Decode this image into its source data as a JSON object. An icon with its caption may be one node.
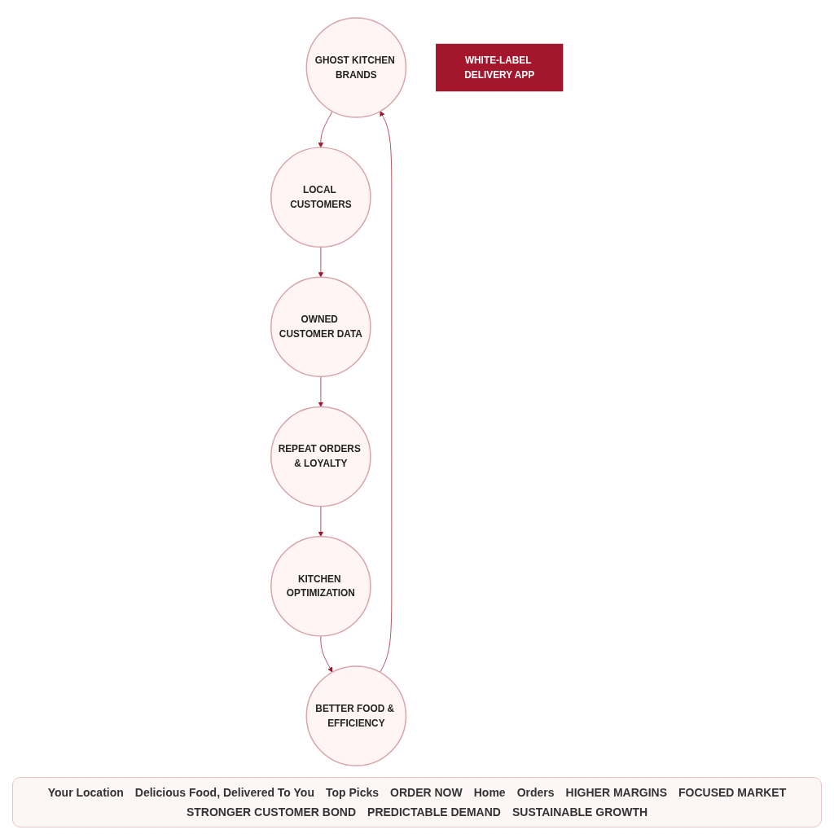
{
  "diagram": {
    "nodes": [
      {
        "text": [
          "GHOST KITCHEN BRANDS"
        ]
      },
      {
        "text": [
          "LOCAL CUSTOMERS"
        ]
      },
      {
        "text": [
          "OWNED CUSTOMER DATA"
        ]
      },
      {
        "text": [
          "REPEAT ORDERS & LOYALTY"
        ]
      },
      {
        "text": [
          "KITCHEN OPTIMIZATION"
        ]
      },
      {
        "text": [
          "BETTER FOOD & EFFICIENCY"
        ]
      },
      {
        "text": [
          "WHITE-LABEL DELIVERY APP"
        ]
      }
    ],
    "edges": [
      {
        "from": 0,
        "to": 1,
        "arrow": "to"
      },
      {
        "from": 1,
        "to": 2,
        "arrow": "to"
      },
      {
        "from": 2,
        "to": 3,
        "arrow": "to"
      },
      {
        "from": 3,
        "to": 4,
        "arrow": "to"
      },
      {
        "from": 4,
        "to": 5,
        "arrow": "to"
      },
      {
        "from": 5,
        "to": 0,
        "arrow": "to"
      }
    ],
    "labels": [
      "Your Location",
      "Delicious Food, Delivered To You",
      "Top Picks",
      "ORDER NOW",
      "Home",
      "Orders",
      "HIGHER MARGINS",
      "FOCUSED MARKET",
      "STRONGER CUSTOMER BOND",
      "PREDICTABLE DEMAND",
      "SUSTAINABLE GROWTH"
    ]
  }
}
